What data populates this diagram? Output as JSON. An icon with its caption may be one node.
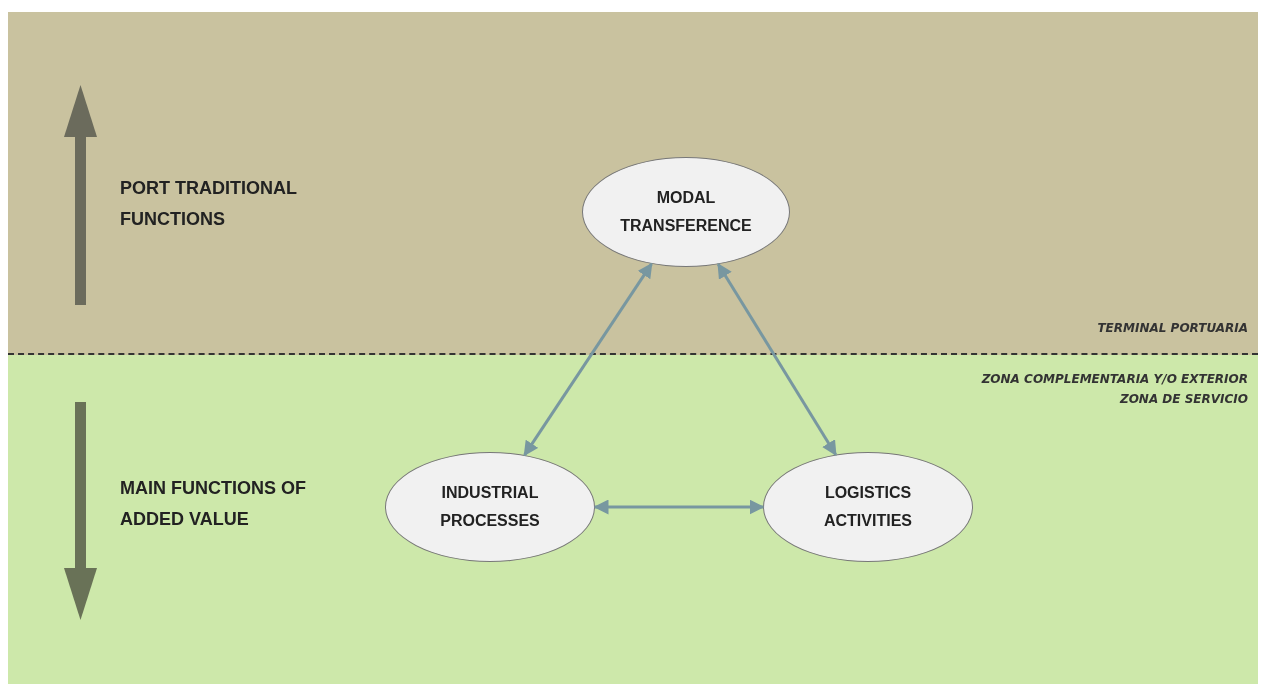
{
  "diagram": {
    "nodes": [
      {
        "text": [
          "TERMINAL PORTUARIA"
        ]
      },
      {
        "text": [
          "ZONA COMPLEMENTARIA Y/O EXTERIOR ZONA DE SERVICIO"
        ]
      },
      {
        "text": [
          "MODAL TRANSFERENCE"
        ],
        "in": 0
      },
      {
        "text": [
          "INDUSTRIAL PROCESSES"
        ],
        "in": 1
      },
      {
        "text": [
          "LOGISTICS ACTIVITIES"
        ],
        "in": 1
      }
    ],
    "edges": [
      {
        "from": 3,
        "to": 2,
        "arrow": "both"
      },
      {
        "from": 4,
        "to": 2,
        "arrow": "both"
      },
      {
        "from": 3,
        "to": 4,
        "arrow": "both"
      }
    ],
    "labels": [
      "PORT TRADITIONAL FUNCTIONS",
      "MAIN FUNCTIONS OF ADDED VALUE"
    ]
  }
}
